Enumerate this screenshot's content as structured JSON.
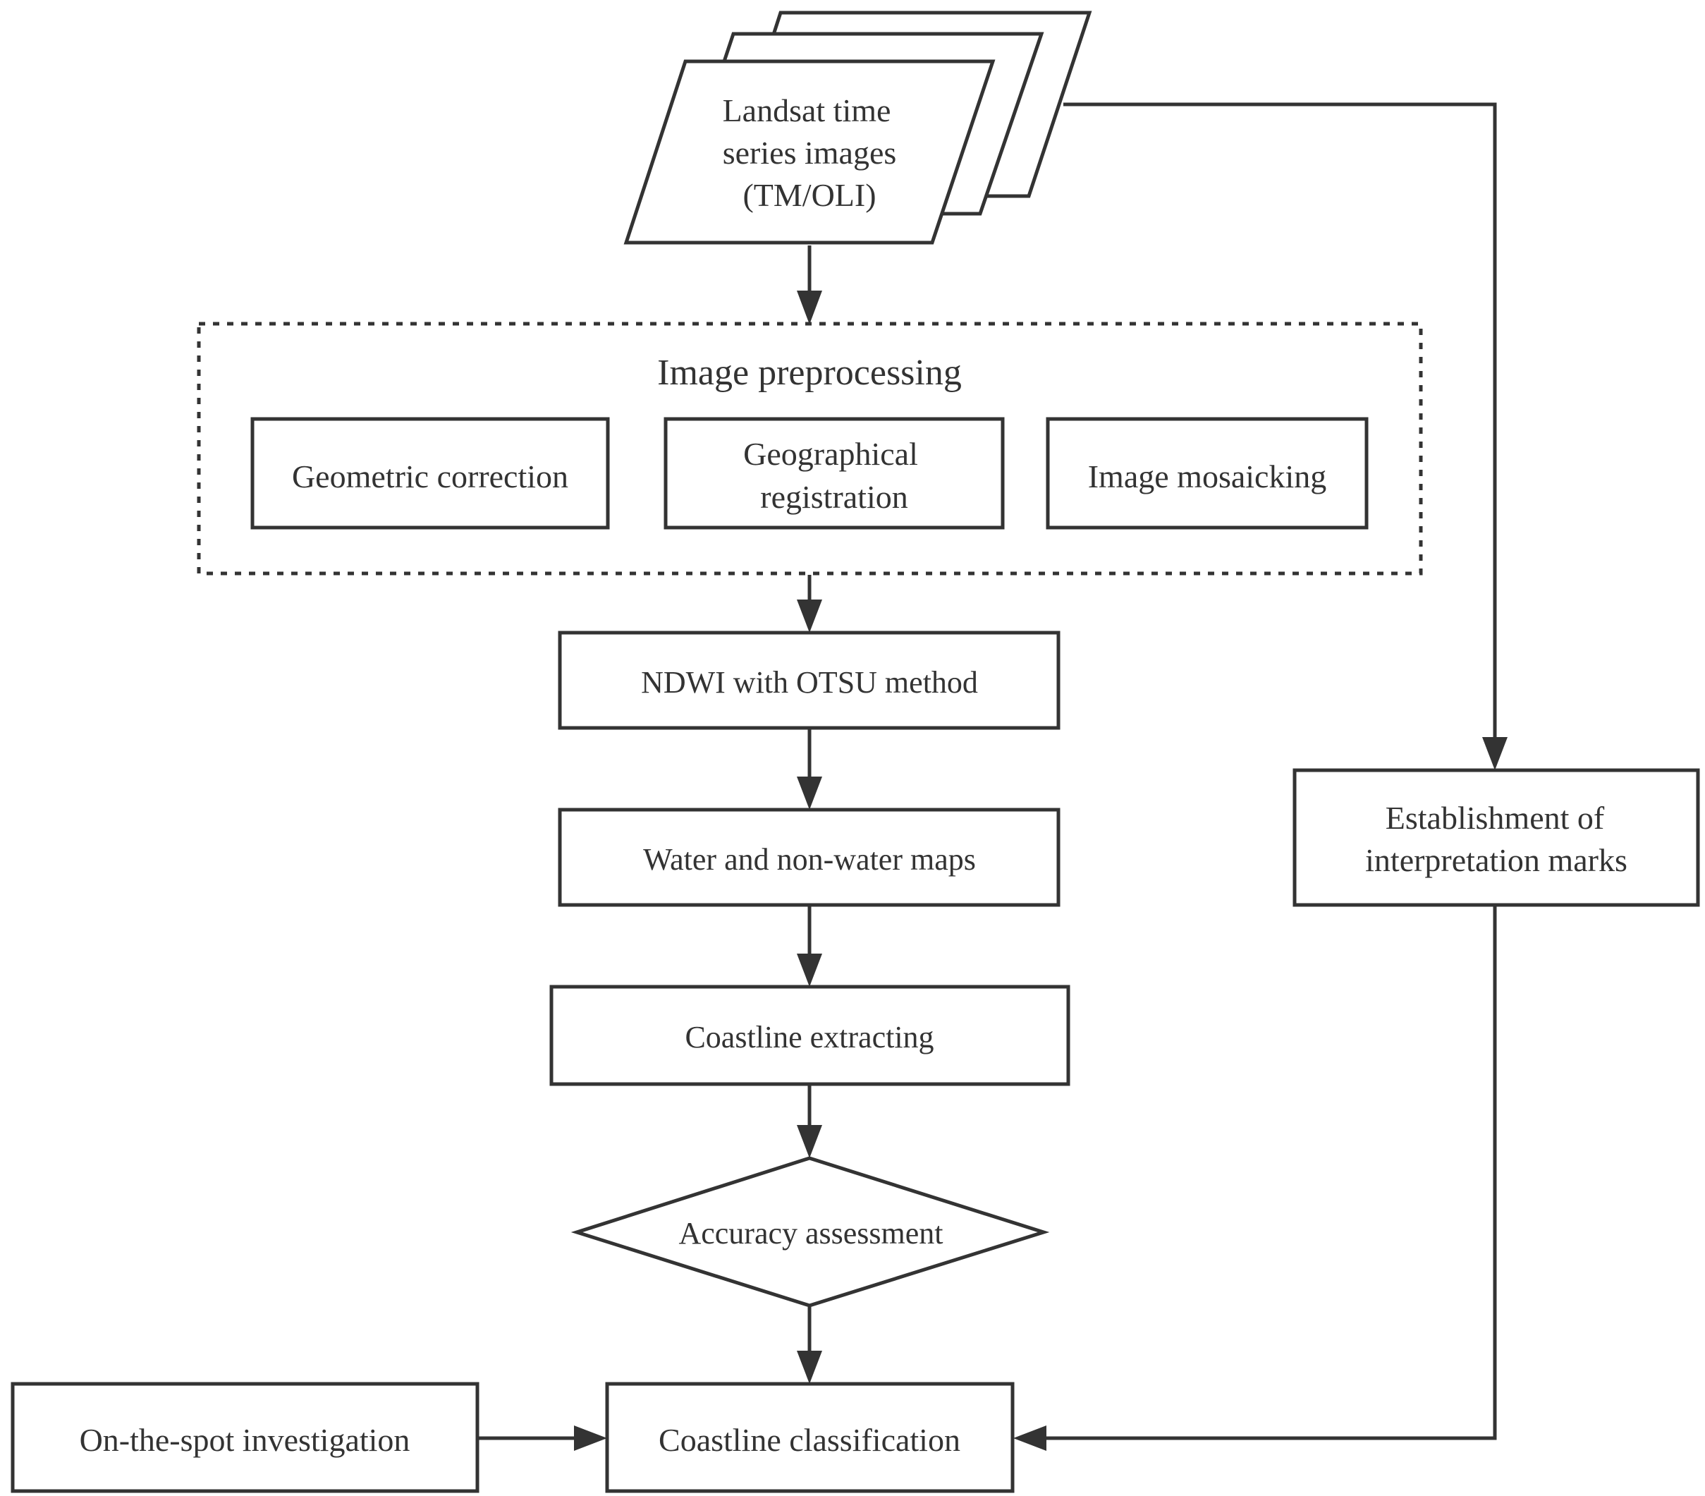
{
  "input": {
    "lines": [
      "Landsat time",
      "series images",
      "(TM/OLI)"
    ]
  },
  "preprocessing": {
    "title": "Image preprocessing",
    "geometric": [
      "Geometric correction"
    ],
    "geographical": [
      "Geographical",
      "registration"
    ],
    "mosaicking": [
      "Image mosaicking"
    ]
  },
  "steps": {
    "ndwi": [
      "NDWI with OTSU method"
    ],
    "water": [
      "Water and non-water maps"
    ],
    "extract": [
      "Coastline extracting"
    ],
    "assess": [
      "Accuracy assessment"
    ],
    "classify": [
      "Coastline classification"
    ],
    "spot": [
      "On-the-spot investigation"
    ],
    "marks": [
      "Establishment of",
      "interpretation marks"
    ]
  }
}
